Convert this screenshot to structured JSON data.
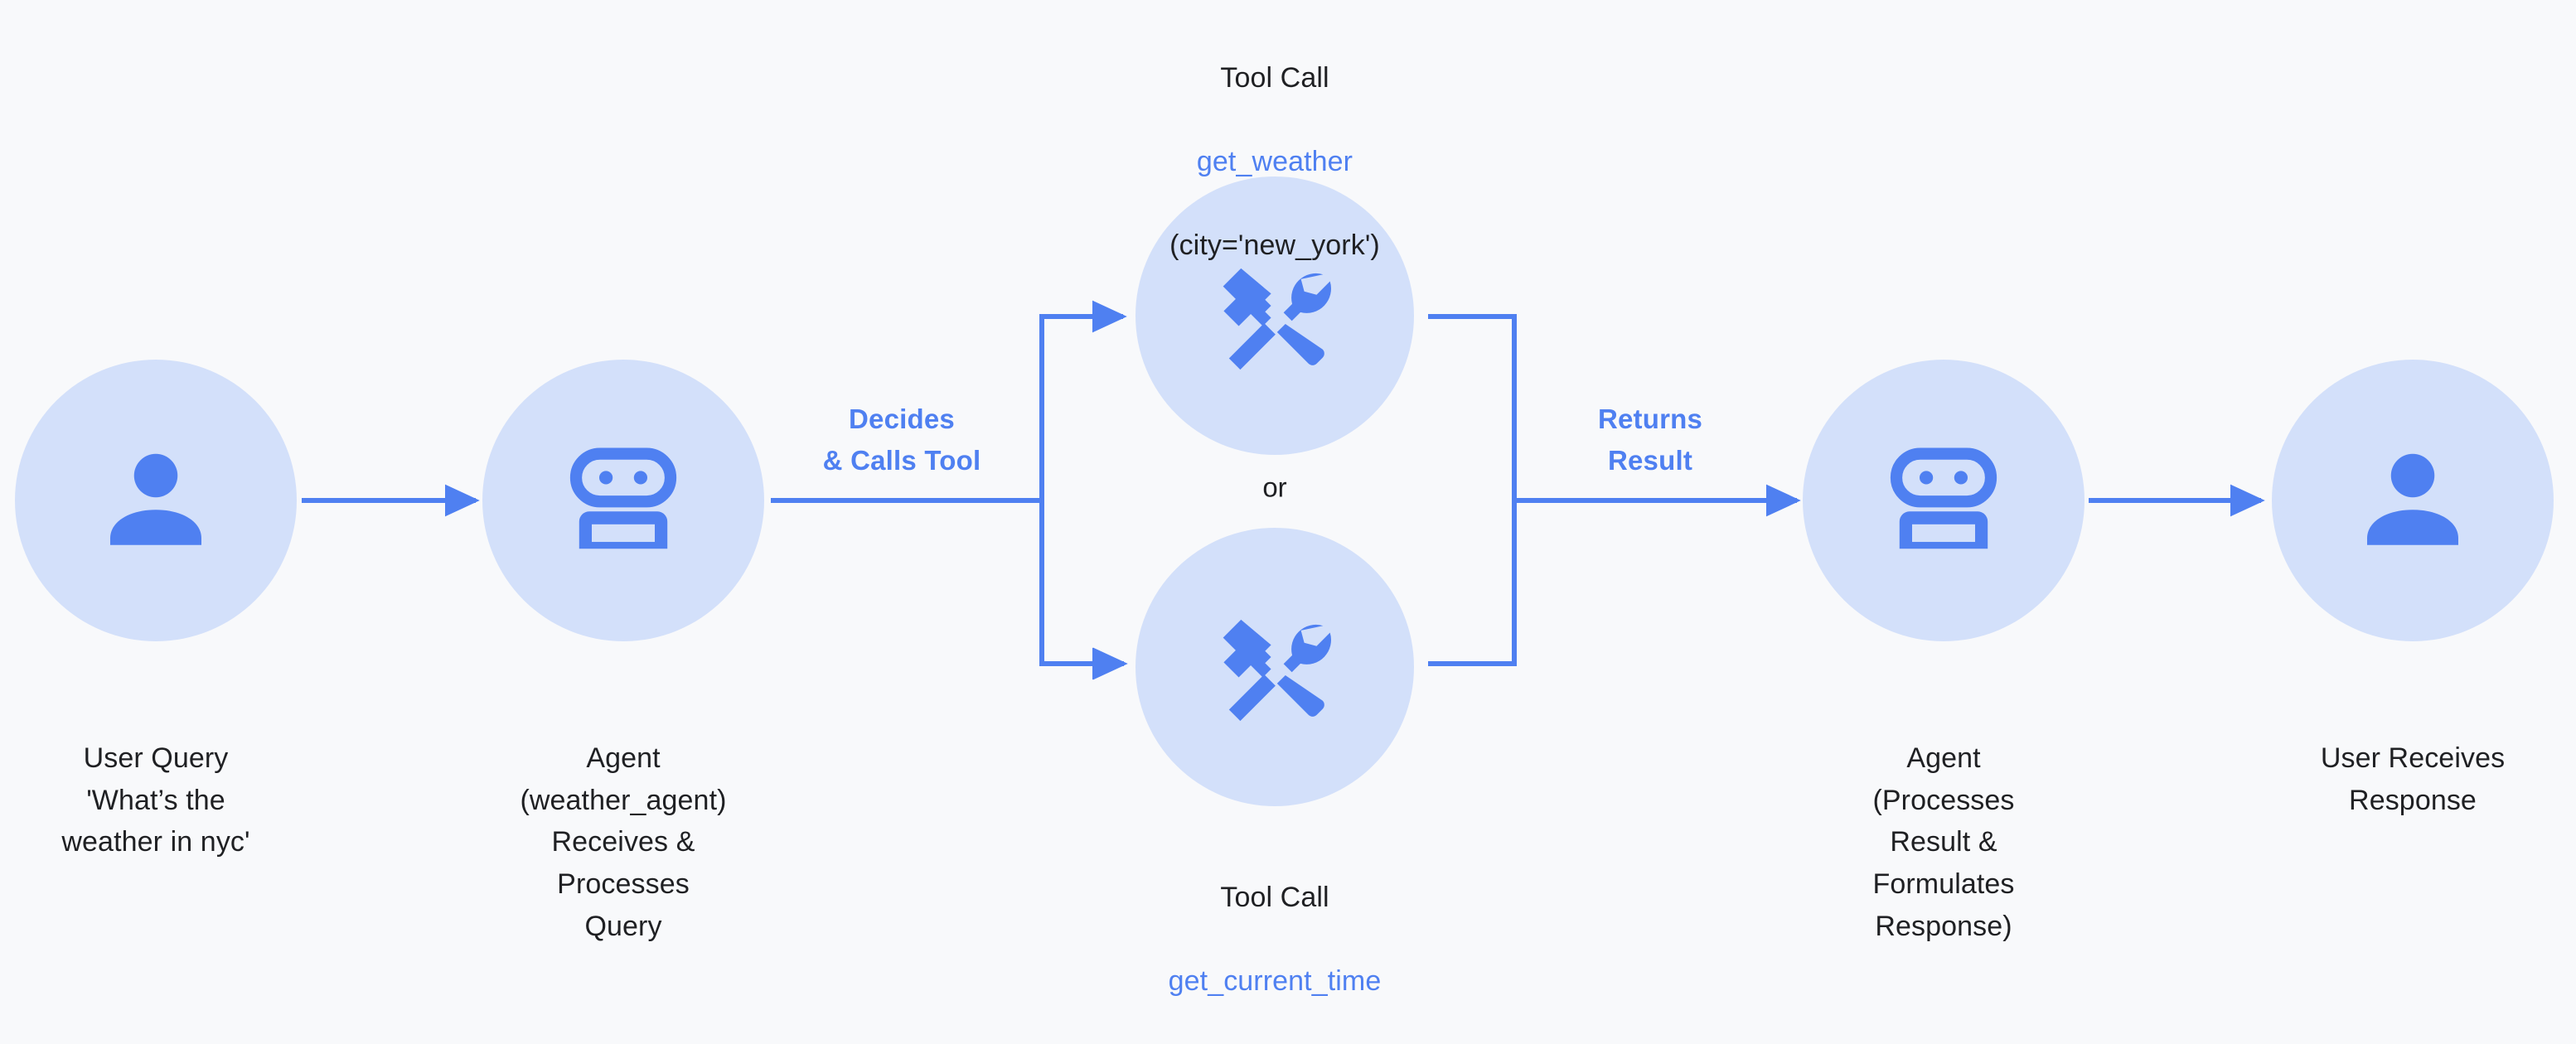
{
  "theme": {
    "background": "#f8f9fb",
    "circle_fill": "#d3e0fa",
    "accent_blue": "#4f80f1",
    "icon_blue": "#4f80f1",
    "text_dark": "#1f2023"
  },
  "diagram": {
    "type": "flow",
    "title": "Agent tool-calling flow"
  },
  "nodes": {
    "user_query": {
      "icon": "person-icon",
      "caption": "User Query\n'What’s the\nweather in nyc'"
    },
    "agent_receive": {
      "icon": "robot-icon",
      "caption": "Agent\n(weather_agent)\nReceives &\nProcesses\nQuery"
    },
    "tool_top": {
      "icon": "handyman-icon",
      "caption_line1": "Tool Call",
      "caption_fn": "get_weather",
      "caption_args": "(city='new_york')"
    },
    "tool_bottom": {
      "icon": "handyman-icon",
      "caption_line1": "Tool Call",
      "caption_fn": "get_current_time"
    },
    "agent_process": {
      "icon": "robot-icon",
      "caption": "Agent\n(Processes\nResult &\nFormulates\nResponse)"
    },
    "user_response": {
      "icon": "person-icon",
      "caption": "User Receives\nResponse"
    }
  },
  "edges": {
    "decides_label": "Decides\n& Calls Tool",
    "returns_label": "Returns\nResult",
    "or_label": "or"
  }
}
